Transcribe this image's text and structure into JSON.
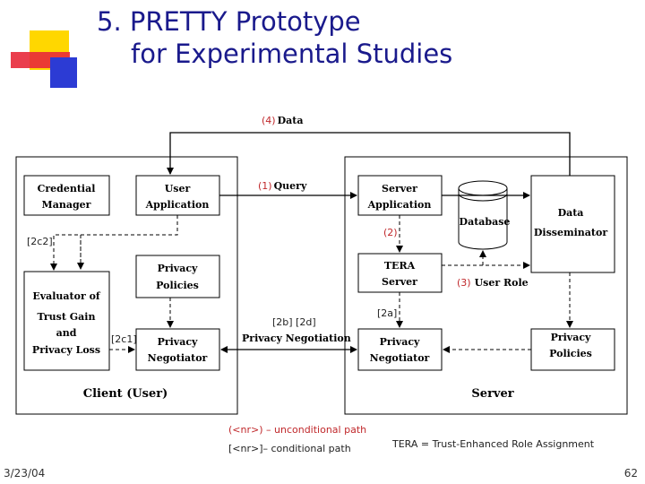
{
  "slide": {
    "title_line1": "5. PRETTY Prototype",
    "title_line2": "for Experimental Studies",
    "date": "3/23/04",
    "page": "62"
  },
  "diagram": {
    "client": {
      "label": "Client (User)",
      "credential_manager": [
        "Credential",
        "Manager"
      ],
      "user_application": [
        "User",
        "Application"
      ],
      "client_privacy_policies": [
        "Privacy",
        "Policies"
      ],
      "evaluator": [
        "Evaluator of",
        "Trust Gain",
        "and",
        "Privacy Loss"
      ],
      "client_privacy_negotiator": [
        "Privacy",
        "Negotiator"
      ]
    },
    "server": {
      "label": "Server",
      "server_application": [
        "Server",
        "Application"
      ],
      "database": "Database",
      "data_disseminator": [
        "Data",
        "Disseminator"
      ],
      "tera_server": [
        "TERA",
        "Server"
      ],
      "server_privacy_negotiator": [
        "Privacy",
        "Negotiator"
      ],
      "server_privacy_policies": [
        "Privacy",
        "Policies"
      ]
    },
    "edges": {
      "data_num": "(4)",
      "data_text": "Data",
      "query_num": "(1)",
      "query_text": "Query",
      "step2": "(2)",
      "step2c2": "[2c2]",
      "step2c1": "[2c1]",
      "step2a": "[2a]",
      "step2b2d": "[2b] [2d]",
      "privacy_negotiation": "Privacy Negotiation",
      "user_role_num": "(3)",
      "user_role_text": "User Role"
    },
    "legend": {
      "unconditional": "(<nr>) – unconditional path",
      "conditional": "[<nr>]– conditional path",
      "tera_def": "TERA = Trust-Enhanced Role Assignment"
    }
  },
  "colors": {
    "title": "#1a1a8c",
    "edge_label": "#c0282b",
    "deco_yellow": "#ffd700",
    "deco_red": "#e8293a",
    "deco_blue": "#2c3bd4"
  }
}
